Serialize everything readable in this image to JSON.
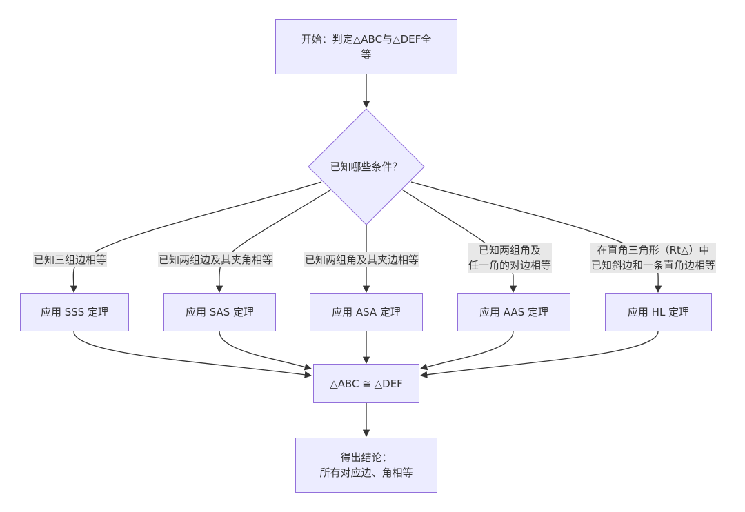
{
  "nodes": {
    "start": "开始：判定△ABC与△DEF全\n等",
    "decision": "已知哪些条件？",
    "sss": "应用 SSS 定理",
    "sas": "应用 SAS 定理",
    "asa": "应用 ASA 定理",
    "aas": "应用 AAS 定理",
    "hl": "应用 HL 定理",
    "congruent": "△ABC ≅ △DEF",
    "conclusion": "得出结论：\n所有对应边、角相等"
  },
  "edge_labels": {
    "sss": "已知三组边相等",
    "sas": "已知两组边及其夹角相等",
    "asa": "已知两组角及其夹边相等",
    "aas": "已知两组角及\n任一角的对边相等",
    "hl": "在直角三角形（Rt△）中\n已知斜边和一条直角边相等"
  },
  "colors": {
    "node_fill": "#ECECFF",
    "node_border": "#9370DB",
    "edge": "#333333",
    "label_bg": "#e8e8e8"
  }
}
